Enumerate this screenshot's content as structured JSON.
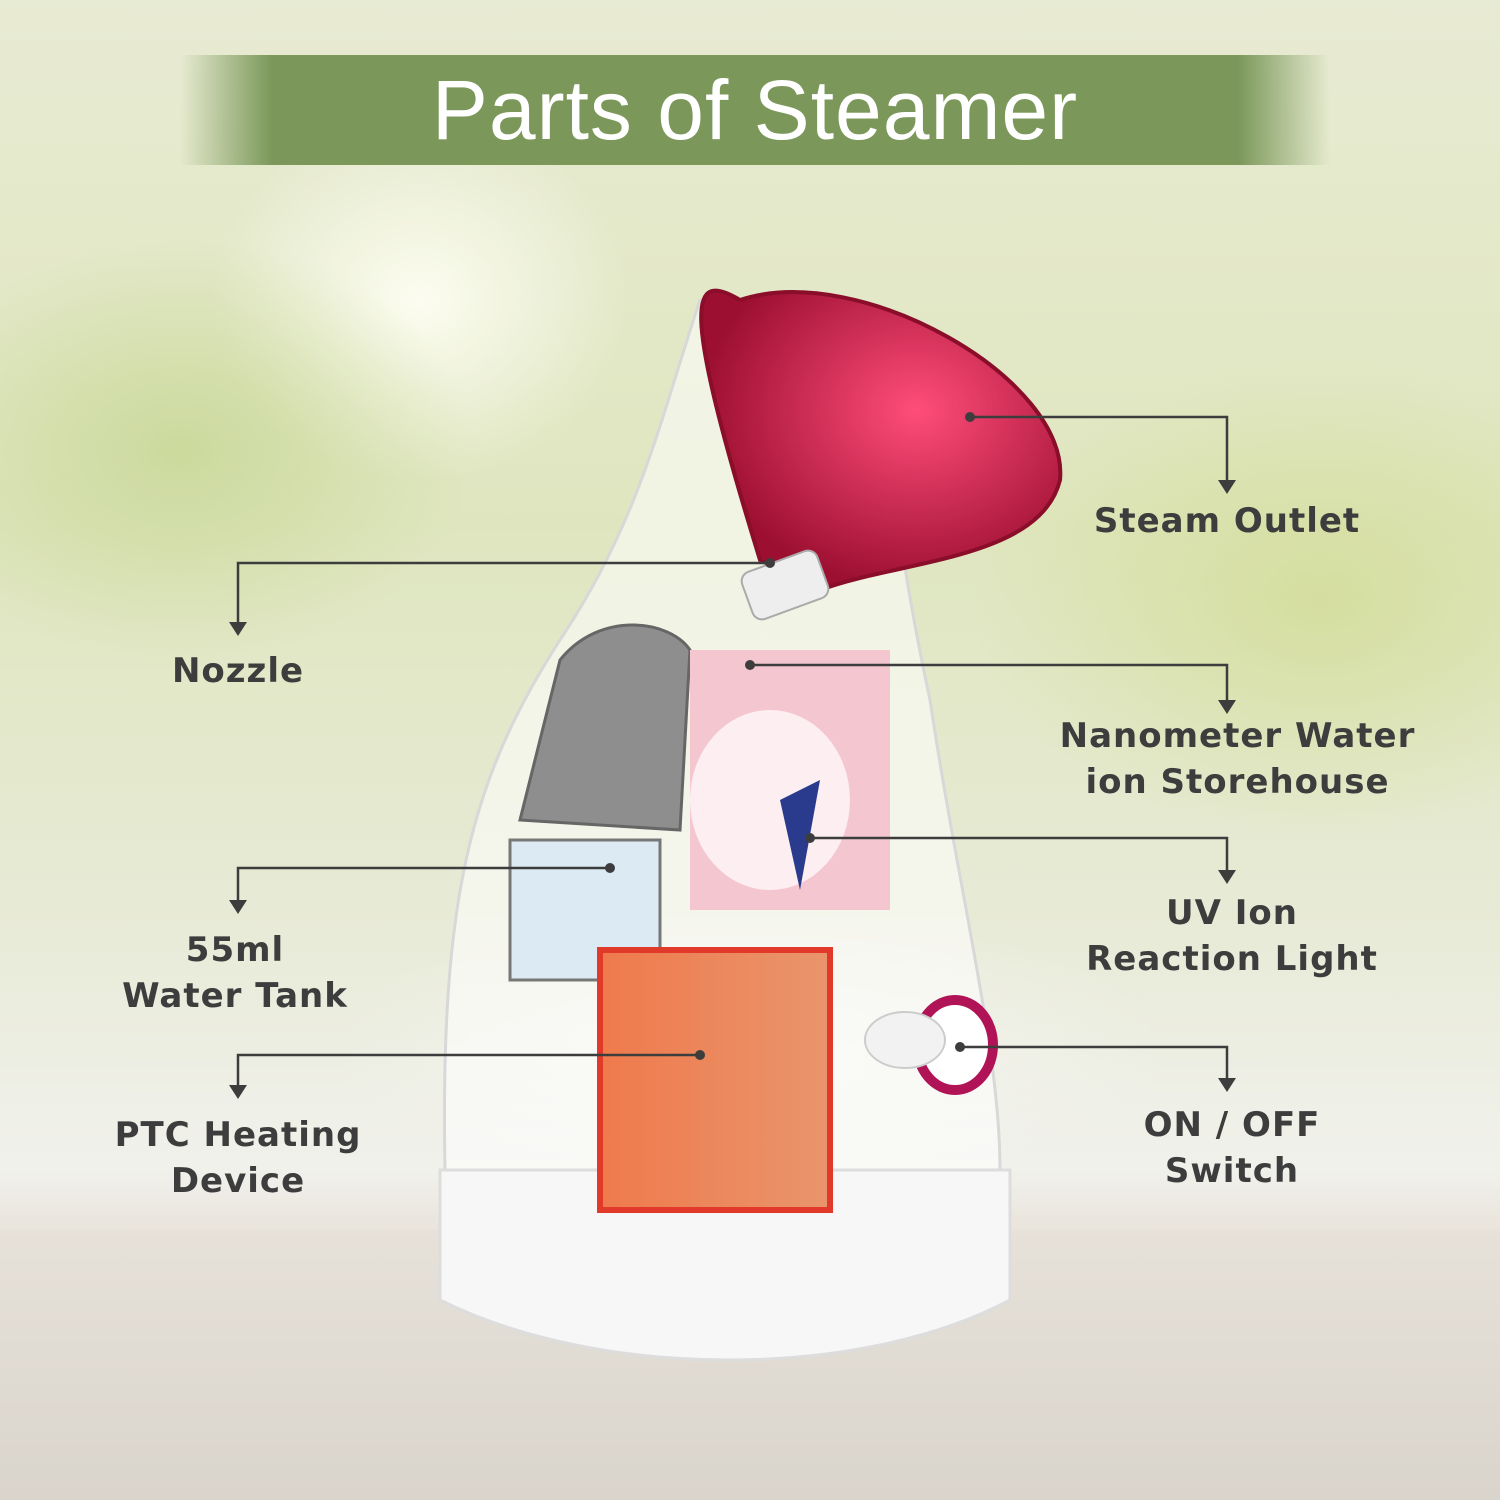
{
  "title": "Parts of Steamer",
  "colors": {
    "banner": "#7b985a",
    "label_text": "#3d3d3d",
    "funnel": "#b0153a",
    "heater": "#e8764a"
  },
  "parts": [
    {
      "id": "steam-outlet",
      "label": "Steam Outlet",
      "side": "right"
    },
    {
      "id": "nozzle",
      "label": "Nozzle",
      "side": "left"
    },
    {
      "id": "nanometer",
      "label": "Nanometer Water\nion Storehouse",
      "side": "right"
    },
    {
      "id": "uv-light",
      "label": "UV Ion\nReaction Light",
      "side": "right"
    },
    {
      "id": "water-tank",
      "label": "55ml\nWater Tank",
      "side": "left"
    },
    {
      "id": "ptc-heater",
      "label": "PTC Heating\nDevice",
      "side": "left"
    },
    {
      "id": "switch",
      "label": "ON / OFF\nSwitch",
      "side": "right"
    }
  ]
}
